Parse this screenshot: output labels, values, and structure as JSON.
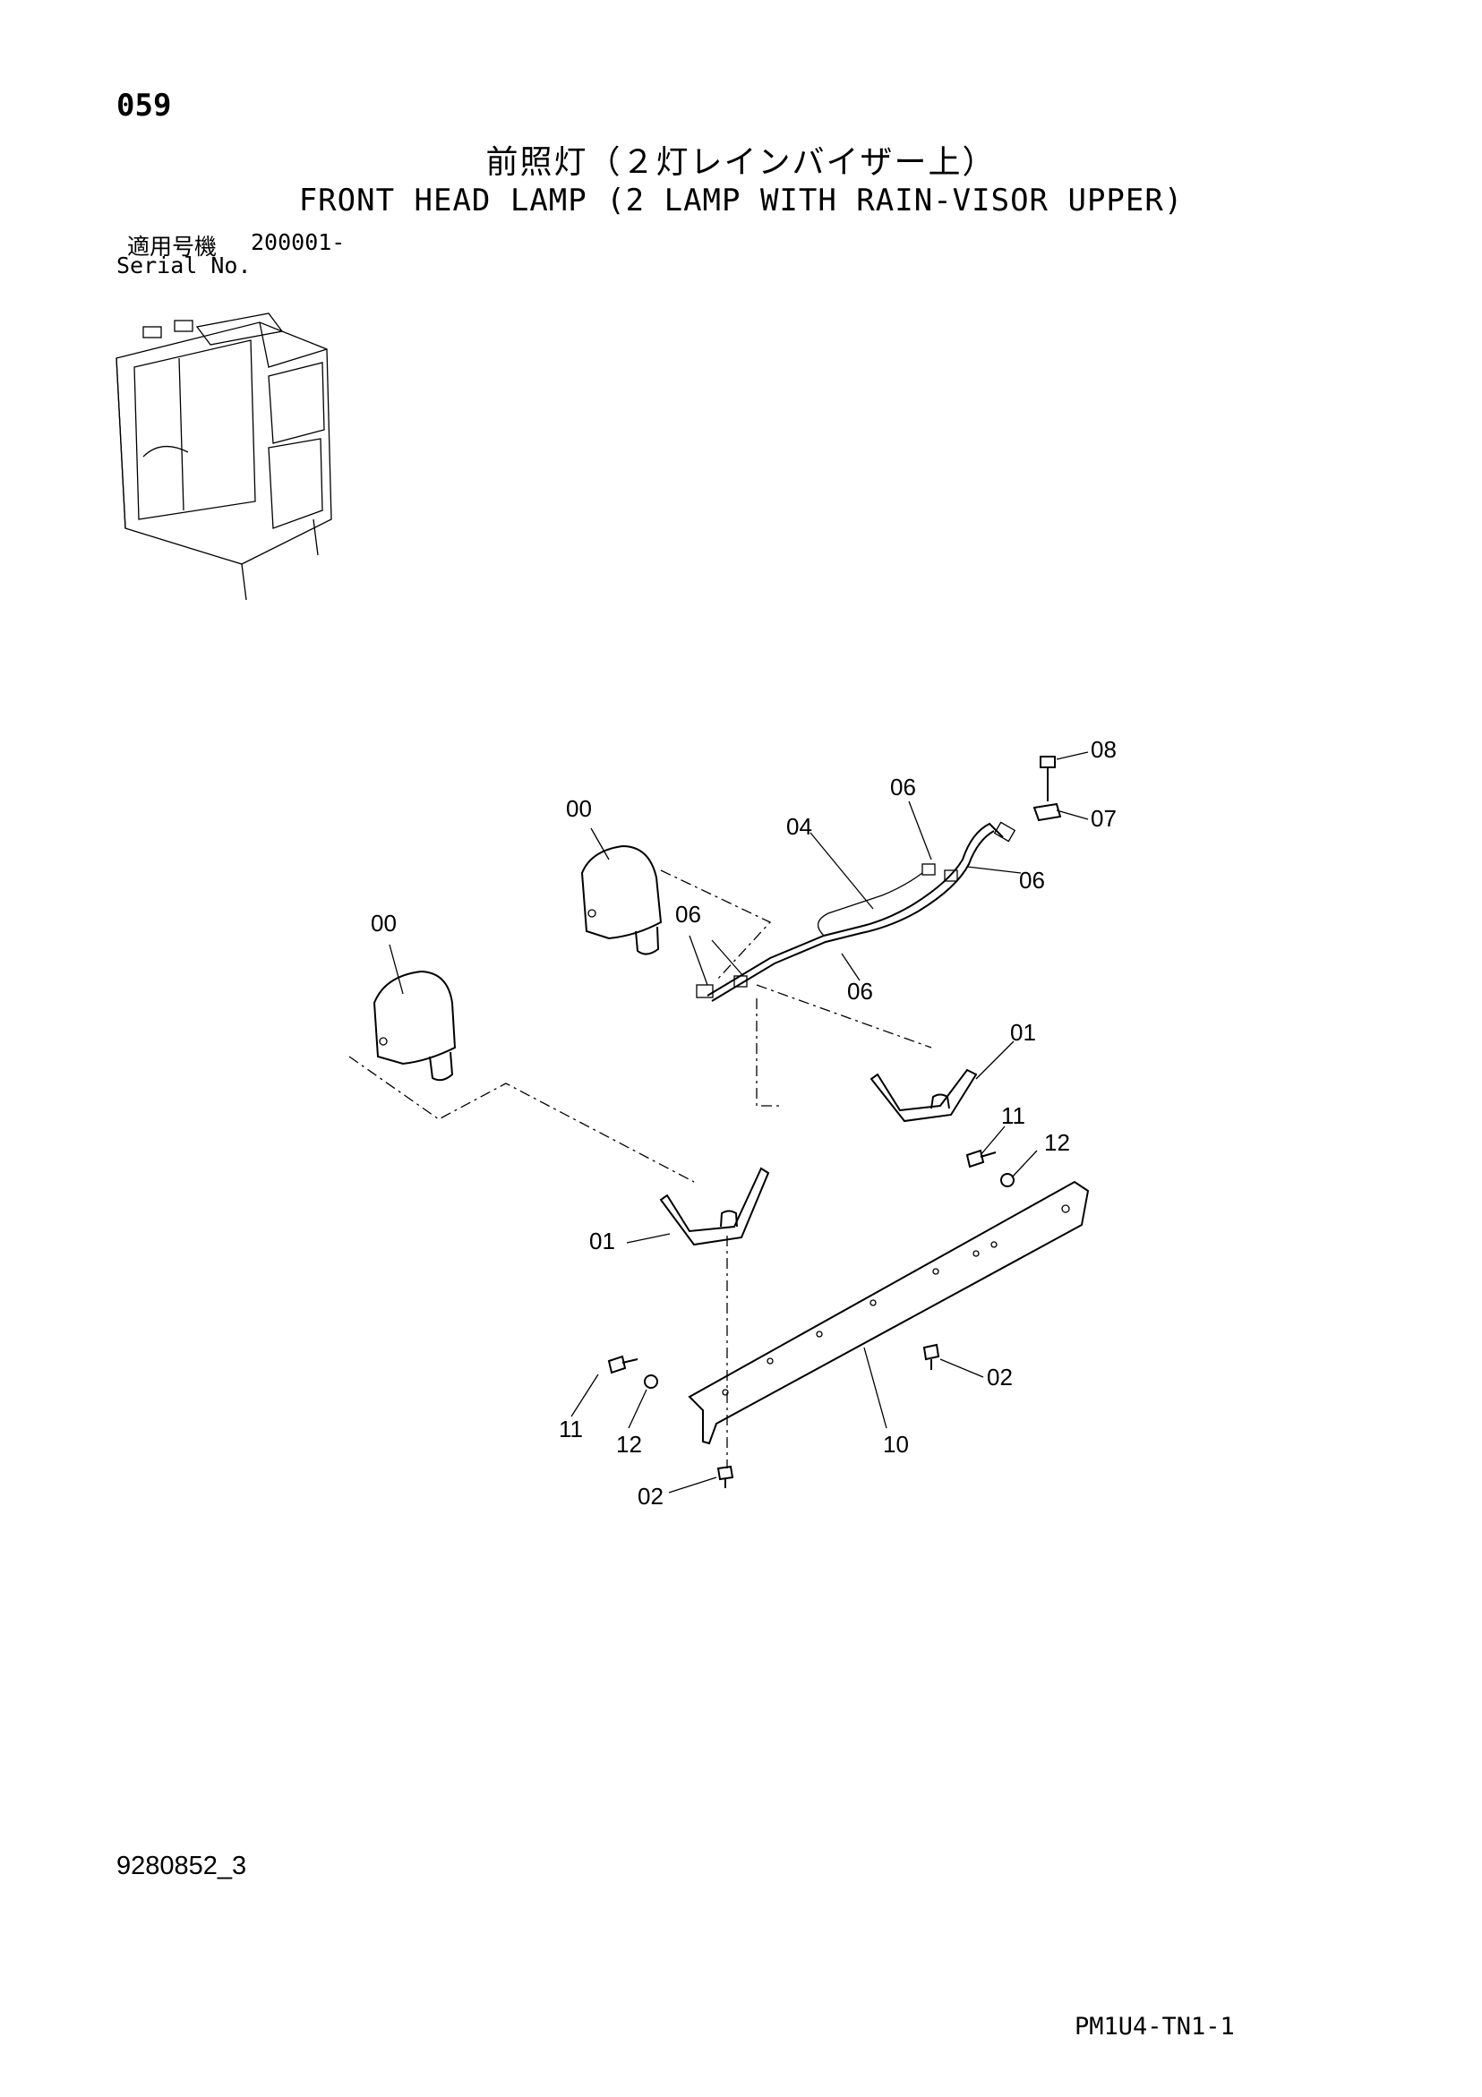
{
  "page_number": "059",
  "title_jp": "前照灯（２灯レインバイザー上）",
  "title_en": "FRONT HEAD LAMP (2 LAMP WITH RAIN-VISOR UPPER)",
  "serial": {
    "label_jp": "適用号機",
    "value": "200001-",
    "label_en": "Serial No."
  },
  "callouts": {
    "lamp_upper": "00",
    "lamp_lower": "00",
    "harness": "04",
    "clip_top": "06",
    "clip_right": "06",
    "clip_left": "06",
    "clip_mid": "06",
    "bolt_top": "08",
    "clamp": "07",
    "bracket_right": "01",
    "bracket_left": "01",
    "bolt_r": "11",
    "washer_r": "12",
    "bolt_l": "11",
    "washer_l": "12",
    "screw_right": "02",
    "screw_bottom": "02",
    "mount_bar": "10"
  },
  "doc_id": "9280852_3",
  "page_code": "PM1U4-TN1-1"
}
